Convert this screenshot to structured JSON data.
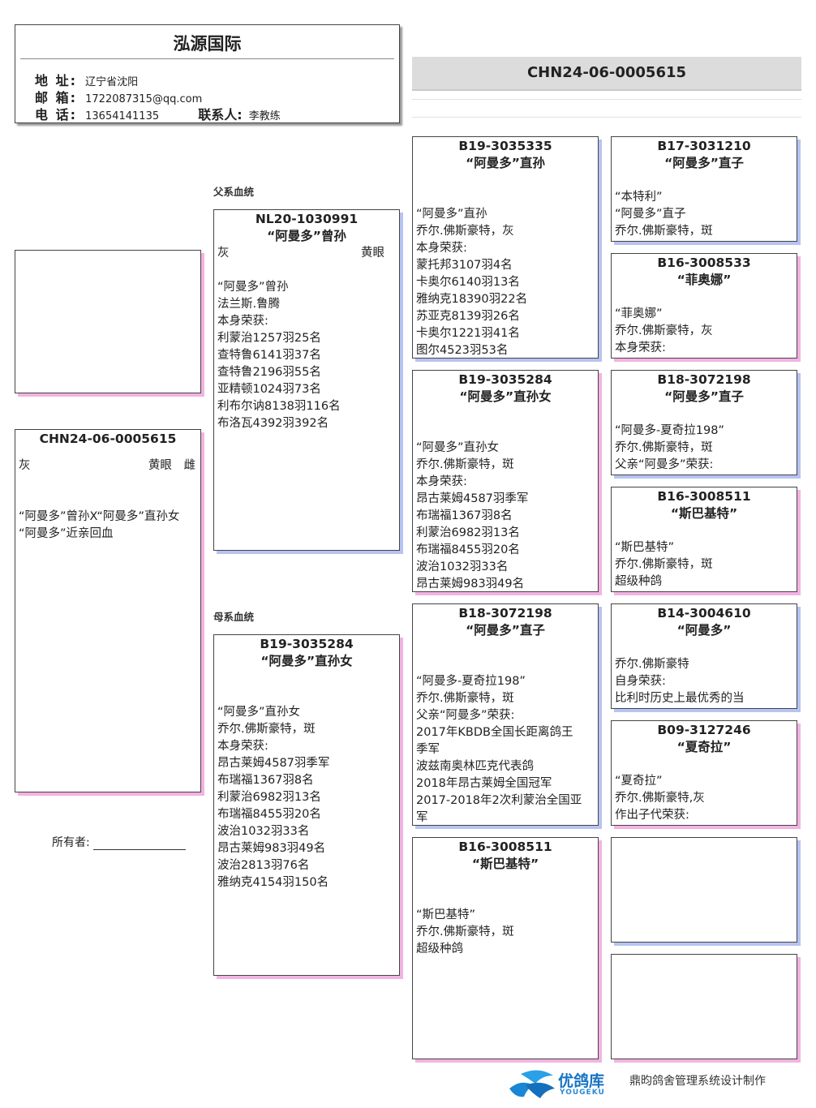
{
  "header": {
    "title": "泓源国际",
    "address_label": "地 址:",
    "address": "辽宁省沈阳",
    "email_label": "邮 箱:",
    "email": "1722087315@qq.com",
    "phone_label": "电 话:",
    "phone": "13654141135",
    "contact_label": "联系人:",
    "contact": "李教练"
  },
  "ring_banner": "CHN24-06-0005615",
  "subject": {
    "ring": "CHN24-06-0005615",
    "color": "灰",
    "eye": "黄眼",
    "sex": "雌",
    "lines": [
      "“阿曼多”曾孙X“阿曼多”直孙女",
      "“阿曼多”近亲回血"
    ]
  },
  "owner_label": "所有者:",
  "sire_section_label": "父系血统",
  "dam_section_label": "母系血统",
  "sire": {
    "ring": "NL20-1030991",
    "name": "“阿曼多”曾孙",
    "color": "灰",
    "eye": "黄眼",
    "lines": [
      "“阿曼多”曾孙",
      "法兰斯.鲁腾",
      "本身荣获:",
      "利蒙治1257羽25名",
      "查特鲁6141羽37名",
      "查特鲁2196羽55名",
      "亚精顿1024羽73名",
      "利布尔讷8138羽116名",
      "布洛瓦4392羽392名"
    ]
  },
  "dam": {
    "ring": "B19-3035284",
    "name": "“阿曼多”直孙女",
    "lines": [
      "“阿曼多”直孙女",
      "乔尔.佛斯豪特，斑",
      "本身荣获:",
      "昂古莱姆4587羽季军",
      "布瑞福1367羽8名",
      "利蒙治6982羽13名",
      "布瑞福8455羽20名",
      "波治1032羽33名",
      "昂古莱姆983羽49名",
      "波治2813羽76名",
      "雅纳克4154羽150名"
    ]
  },
  "grandparents": [
    {
      "ring": "B19-3035335",
      "name": "“阿曼多”直孙",
      "lines": [
        "“阿曼多”直孙",
        "乔尔.佛斯豪特，灰",
        "本身荣获:",
        "蒙托邦3107羽4名",
        "卡奥尔6140羽13名",
        "雅纳克18390羽22名",
        "苏亚克8139羽26名",
        "卡奥尔1221羽41名",
        "图尔4523羽53名"
      ]
    },
    {
      "ring": "B19-3035284",
      "name": "“阿曼多”直孙女",
      "lines": [
        "“阿曼多”直孙女",
        "乔尔.佛斯豪特，斑",
        "本身荣获:",
        "昂古莱姆4587羽季军",
        "布瑞福1367羽8名",
        "利蒙治6982羽13名",
        "布瑞福8455羽20名",
        "波治1032羽33名",
        "昂古莱姆983羽49名"
      ]
    },
    {
      "ring": "B18-3072198",
      "name": "“阿曼多”直子",
      "lines": [
        "“阿曼多-夏奇拉198”",
        "乔尔.佛斯豪特，斑",
        "父亲“阿曼多”荣获:",
        "2017年KBDB全国长距离鸽王",
        "季军",
        "波兹南奥林匹克代表鸽",
        "2018年昂古莱姆全国冠军",
        "2017-2018年2次利蒙治全国亚",
        "军"
      ]
    },
    {
      "ring": "B16-3008511",
      "name": "“斯巴基特”",
      "lines": [
        "“斯巴基特”",
        "乔尔.佛斯豪特，斑",
        "超级种鸽"
      ]
    }
  ],
  "great_grandparents": [
    {
      "ring": "B17-3031210",
      "name": "“阿曼多”直子",
      "lines": [
        "“本特利”",
        "“阿曼多”直子",
        "乔尔.佛斯豪特，斑"
      ]
    },
    {
      "ring": "B16-3008533",
      "name": "“菲奥娜”",
      "lines": [
        "“菲奥娜”",
        "乔尔.佛斯豪特，灰",
        "本身荣获:"
      ]
    },
    {
      "ring": "B18-3072198",
      "name": "“阿曼多”直子",
      "lines": [
        "“阿曼多-夏奇拉198”",
        "乔尔.佛斯豪特，斑",
        "父亲“阿曼多”荣获:"
      ]
    },
    {
      "ring": "B16-3008511",
      "name": "“斯巴基特”",
      "lines": [
        "“斯巴基特”",
        "乔尔.佛斯豪特，斑",
        "超级种鸽"
      ]
    },
    {
      "ring": "B14-3004610",
      "name": "“阿曼多”",
      "lines": [
        "乔尔.佛斯豪特",
        "自身荣获:",
        "比利时历史上最优秀的当"
      ]
    },
    {
      "ring": "B09-3127246",
      "name": "“夏奇拉”",
      "lines": [
        "“夏奇拉”",
        "乔尔.佛斯豪特,灰",
        "作出子代荣获:"
      ]
    },
    {
      "ring": "",
      "name": "",
      "lines": []
    },
    {
      "ring": "",
      "name": "",
      "lines": []
    }
  ],
  "footer": {
    "brand": "优鸽库",
    "brand_en": "YOUGEKU",
    "credit": "鼎昀鸽舍管理系统设计制作"
  }
}
